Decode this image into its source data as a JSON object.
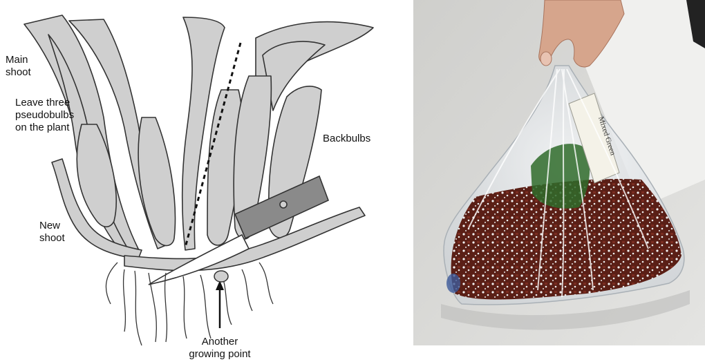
{
  "illustration": {
    "labels": {
      "main_shoot": [
        "Main",
        "shoot"
      ],
      "leave_three": [
        "Leave three",
        "pseudobulbs",
        "on the plant"
      ],
      "backbulbs": "Backbulbs",
      "new_shoot": [
        "New",
        "shoot"
      ],
      "another_point": [
        "Another",
        "growing point"
      ]
    }
  },
  "photo": {
    "tag_text": "Mixed Green",
    "colors": {
      "background": "#d9d9d6",
      "wall": "#f0f0ee",
      "bag": "#e8ecef",
      "bark": "#5a1f16",
      "perlite": "#f2f2f2",
      "leaf": "#2f6b2a",
      "hand": "#d6a58c"
    }
  },
  "illustration_colors": {
    "plant_fill": "#cfcfcf",
    "outline": "#333333",
    "knife": "#8a8a8a"
  }
}
